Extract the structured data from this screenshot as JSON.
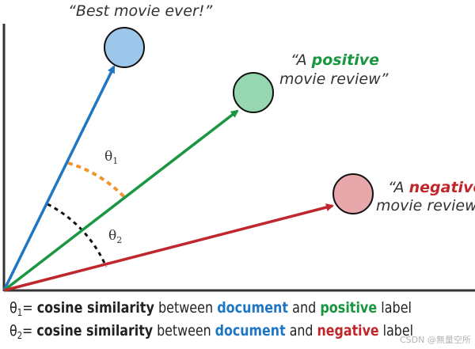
{
  "labels": {
    "best_movie": "“Best movie ever!”",
    "positive_line1_prefix": "“A ",
    "positive_word": "positive",
    "positive_line2": "movie review”",
    "negative_line1_prefix": "“A ",
    "negative_word": "negative",
    "negative_line2": "movie review”"
  },
  "angles": {
    "theta1_symbol": "θ",
    "theta1_sub": "1",
    "theta2_symbol": "θ",
    "theta2_sub": "2"
  },
  "legend": [
    {
      "symbol": "θ",
      "sub": "1",
      "eq": "= ",
      "term": "cosine similarity",
      "between": " between ",
      "doc": "document",
      "and": " and ",
      "label_word": "positive",
      "suffix": " label"
    },
    {
      "symbol": "θ",
      "sub": "2",
      "eq": "= ",
      "term": "cosine similarity",
      "between": " between ",
      "doc": "document",
      "and": " and ",
      "label_word": "negative",
      "suffix": " label"
    }
  ],
  "watermark": "CSDN @無量空所",
  "colors": {
    "axis": "#333333",
    "document": "#1f77c4",
    "positive": "#1a9641",
    "negative": "#c0272d",
    "arc1": "#f0962b",
    "arc2": "#111111",
    "circle_blue": "#9dc7ea",
    "circle_green": "#96d6b0",
    "circle_red": "#e8a7aa"
  }
}
